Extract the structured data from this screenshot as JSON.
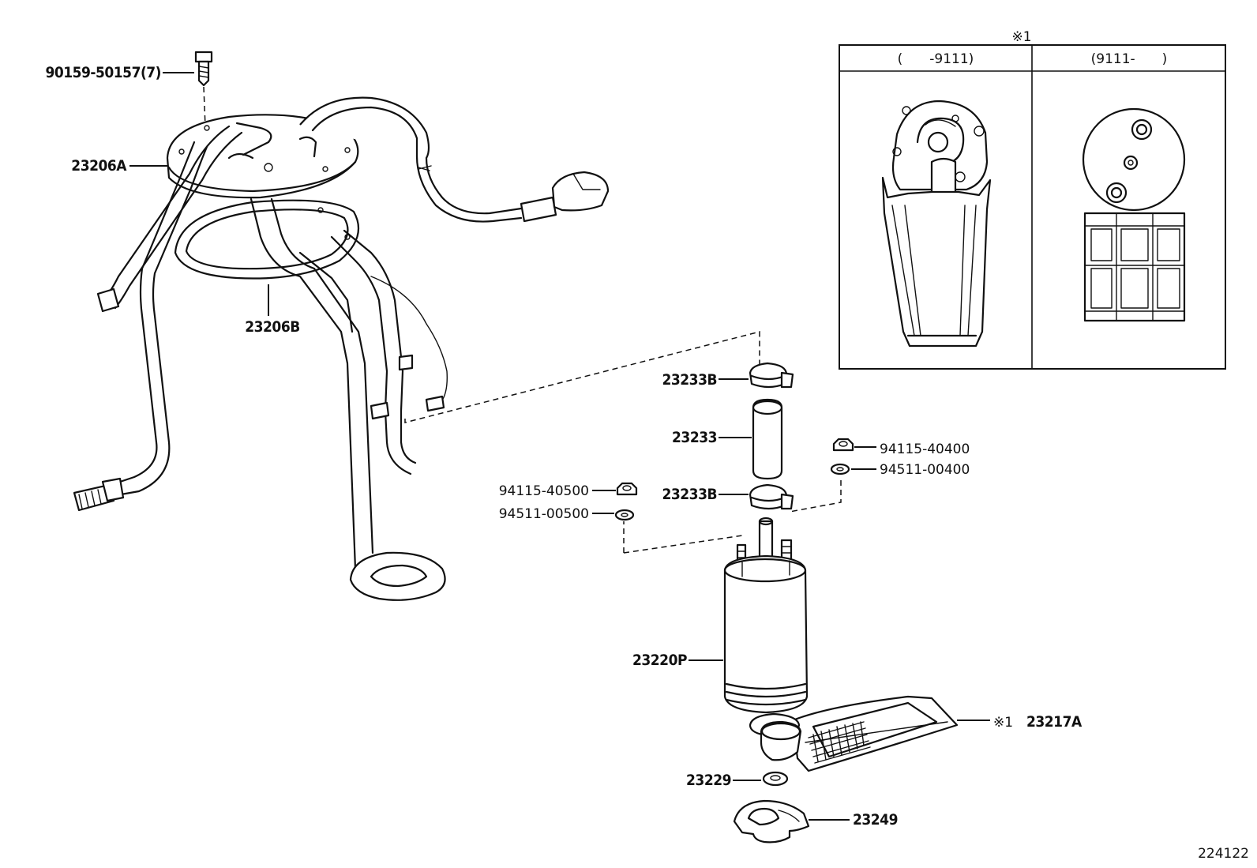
{
  "inset": {
    "note_mark": "※1",
    "col_left_header": "(　　-9111)",
    "col_right_header": "(9111-　　)"
  },
  "parts": {
    "bolt": "90159-50157(7)",
    "pump_bracket": "23206A",
    "gasket": "23206B",
    "clamp_upper": "23233B",
    "hose": "23233",
    "clamp_lower": "23233B",
    "nut_right": "94115-40400",
    "washer_right": "94511-00400",
    "nut_left": "94115-40500",
    "washer_left": "94511-00500",
    "fuel_pump": "23220P",
    "filter_mark": "※1",
    "filter": "23217A",
    "cushion": "23229",
    "retainer": "23249"
  },
  "figure_id": "224122"
}
